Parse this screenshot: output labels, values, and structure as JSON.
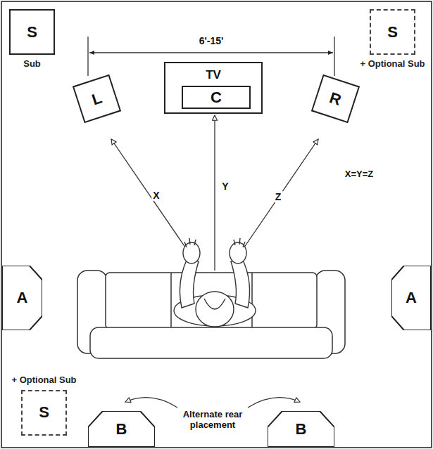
{
  "diagram": {
    "nodes": [
      {
        "text": [
          "S",
          "Sub"
        ]
      },
      {
        "text": [
          "S",
          "+ Optional Sub"
        ]
      },
      {
        "text": [
          "L"
        ]
      },
      {
        "text": [
          "TV"
        ]
      },
      {
        "text": [
          "C"
        ],
        "in": 3
      },
      {
        "text": [
          "R"
        ]
      },
      {
        "text": [
          "A"
        ]
      },
      {
        "text": [
          "A"
        ]
      },
      {
        "text": [
          "+ Optional Sub",
          "S"
        ]
      },
      {
        "text": [
          "B"
        ]
      },
      {
        "text": [
          "B"
        ]
      }
    ],
    "labels": [
      "6'-15'",
      "X",
      "Y",
      "Z",
      "X=Y=Z",
      "Alternate rear placement"
    ]
  }
}
